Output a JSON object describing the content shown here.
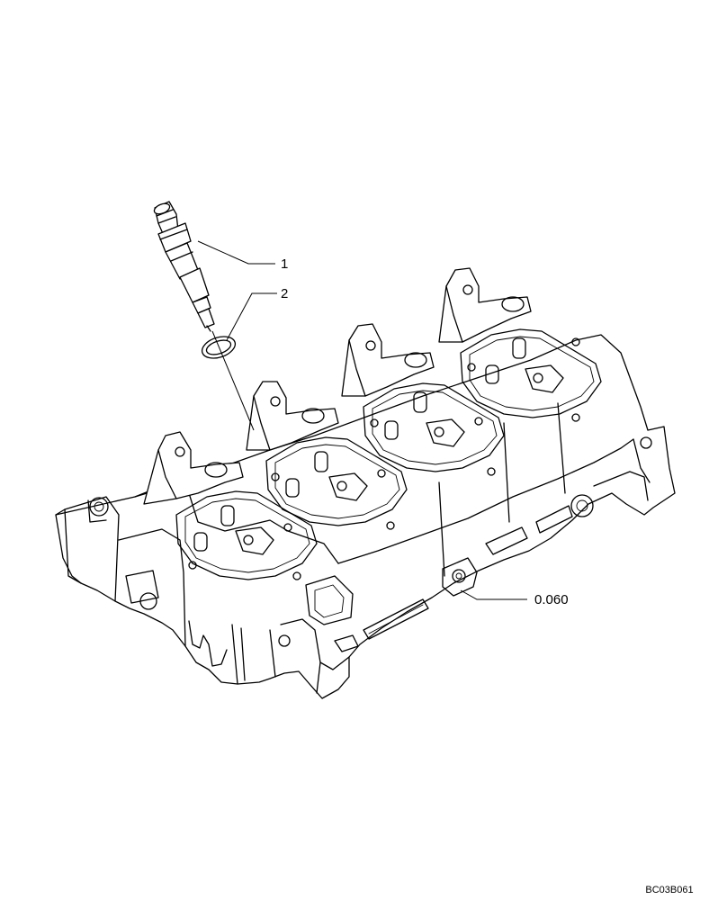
{
  "diagram": {
    "callouts": [
      {
        "id": "injector",
        "label": "1"
      },
      {
        "id": "seal-ring",
        "label": "2"
      },
      {
        "id": "cylinder-head-ref",
        "label": "0.060"
      }
    ],
    "figure_code": "BC03B061"
  }
}
